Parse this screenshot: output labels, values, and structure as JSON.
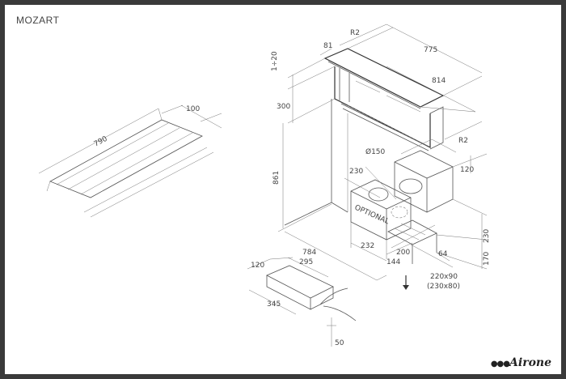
{
  "title": "MOZART",
  "brand": "Airone",
  "dimensions": {
    "d790": "790",
    "d100": "100",
    "d81": "81",
    "dR2a": "R2",
    "d775": "775",
    "d1_20": "1÷20",
    "d814": "814",
    "d300": "300",
    "dR2b": "R2",
    "d150": "Ø150",
    "d230": "230",
    "d120a": "120",
    "d861": "861",
    "optional": "OPTIONAL",
    "d230b": "230",
    "d232": "232",
    "d784": "784",
    "d200": "200",
    "d144": "144",
    "d64": "64",
    "d170": "170",
    "d220x90": "220x90",
    "d230x80": "(230x80)",
    "d120b": "120",
    "d295": "295",
    "d345": "345",
    "d50": "50"
  }
}
